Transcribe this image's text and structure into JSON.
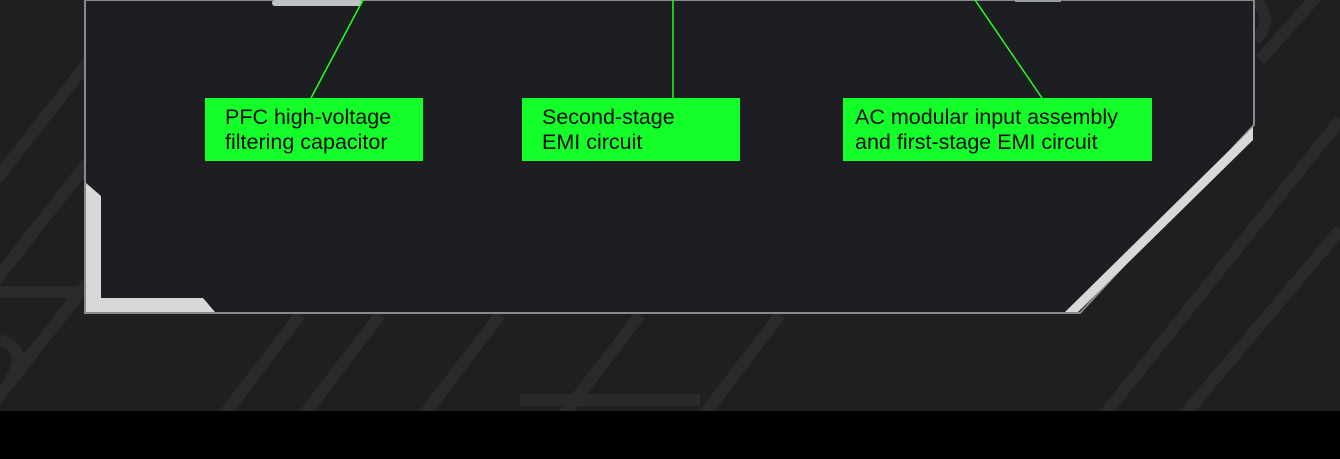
{
  "colors": {
    "background": "#1f1f21",
    "panel": "#1c1e21",
    "label_bg": "#14ff2a",
    "leader_line": "#22ff22",
    "frame_highlight": "#d8d8d8",
    "bottom_band": "#000000"
  },
  "callouts": [
    {
      "line1": "PFC high-voltage",
      "line2": "filtering capacitor"
    },
    {
      "line1": "Second-stage",
      "line2": "EMI circuit"
    },
    {
      "line1": "AC modular input assembly",
      "line2": "and first-stage EMI circuit"
    }
  ]
}
